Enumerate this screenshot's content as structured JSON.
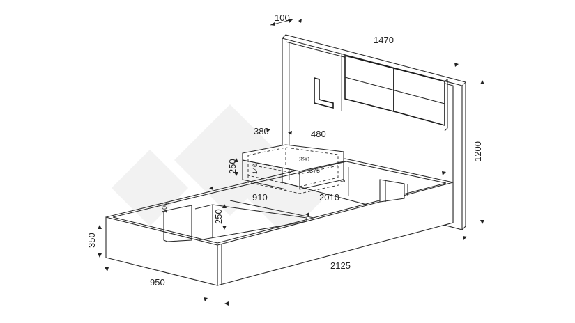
{
  "dimensions": {
    "headboard_depth": "100",
    "headboard_width": "1470",
    "headboard_height": "1200",
    "nightstand_width": "380",
    "nightstand_depth": "480",
    "nightstand_height": "250",
    "drawer_inner_width": "390",
    "drawer_inner_depth": "375",
    "drawer_inner_height": "140",
    "small_height_a": "100",
    "small_height_b": "9",
    "base_inner_length": "910",
    "frame_inner_length": "2010",
    "base_height": "350",
    "compartment_height": "250",
    "bed_width": "950",
    "bed_length": "2125"
  },
  "colors": {
    "line": "#2a2a2a",
    "watermark": "#f2f2f2"
  }
}
